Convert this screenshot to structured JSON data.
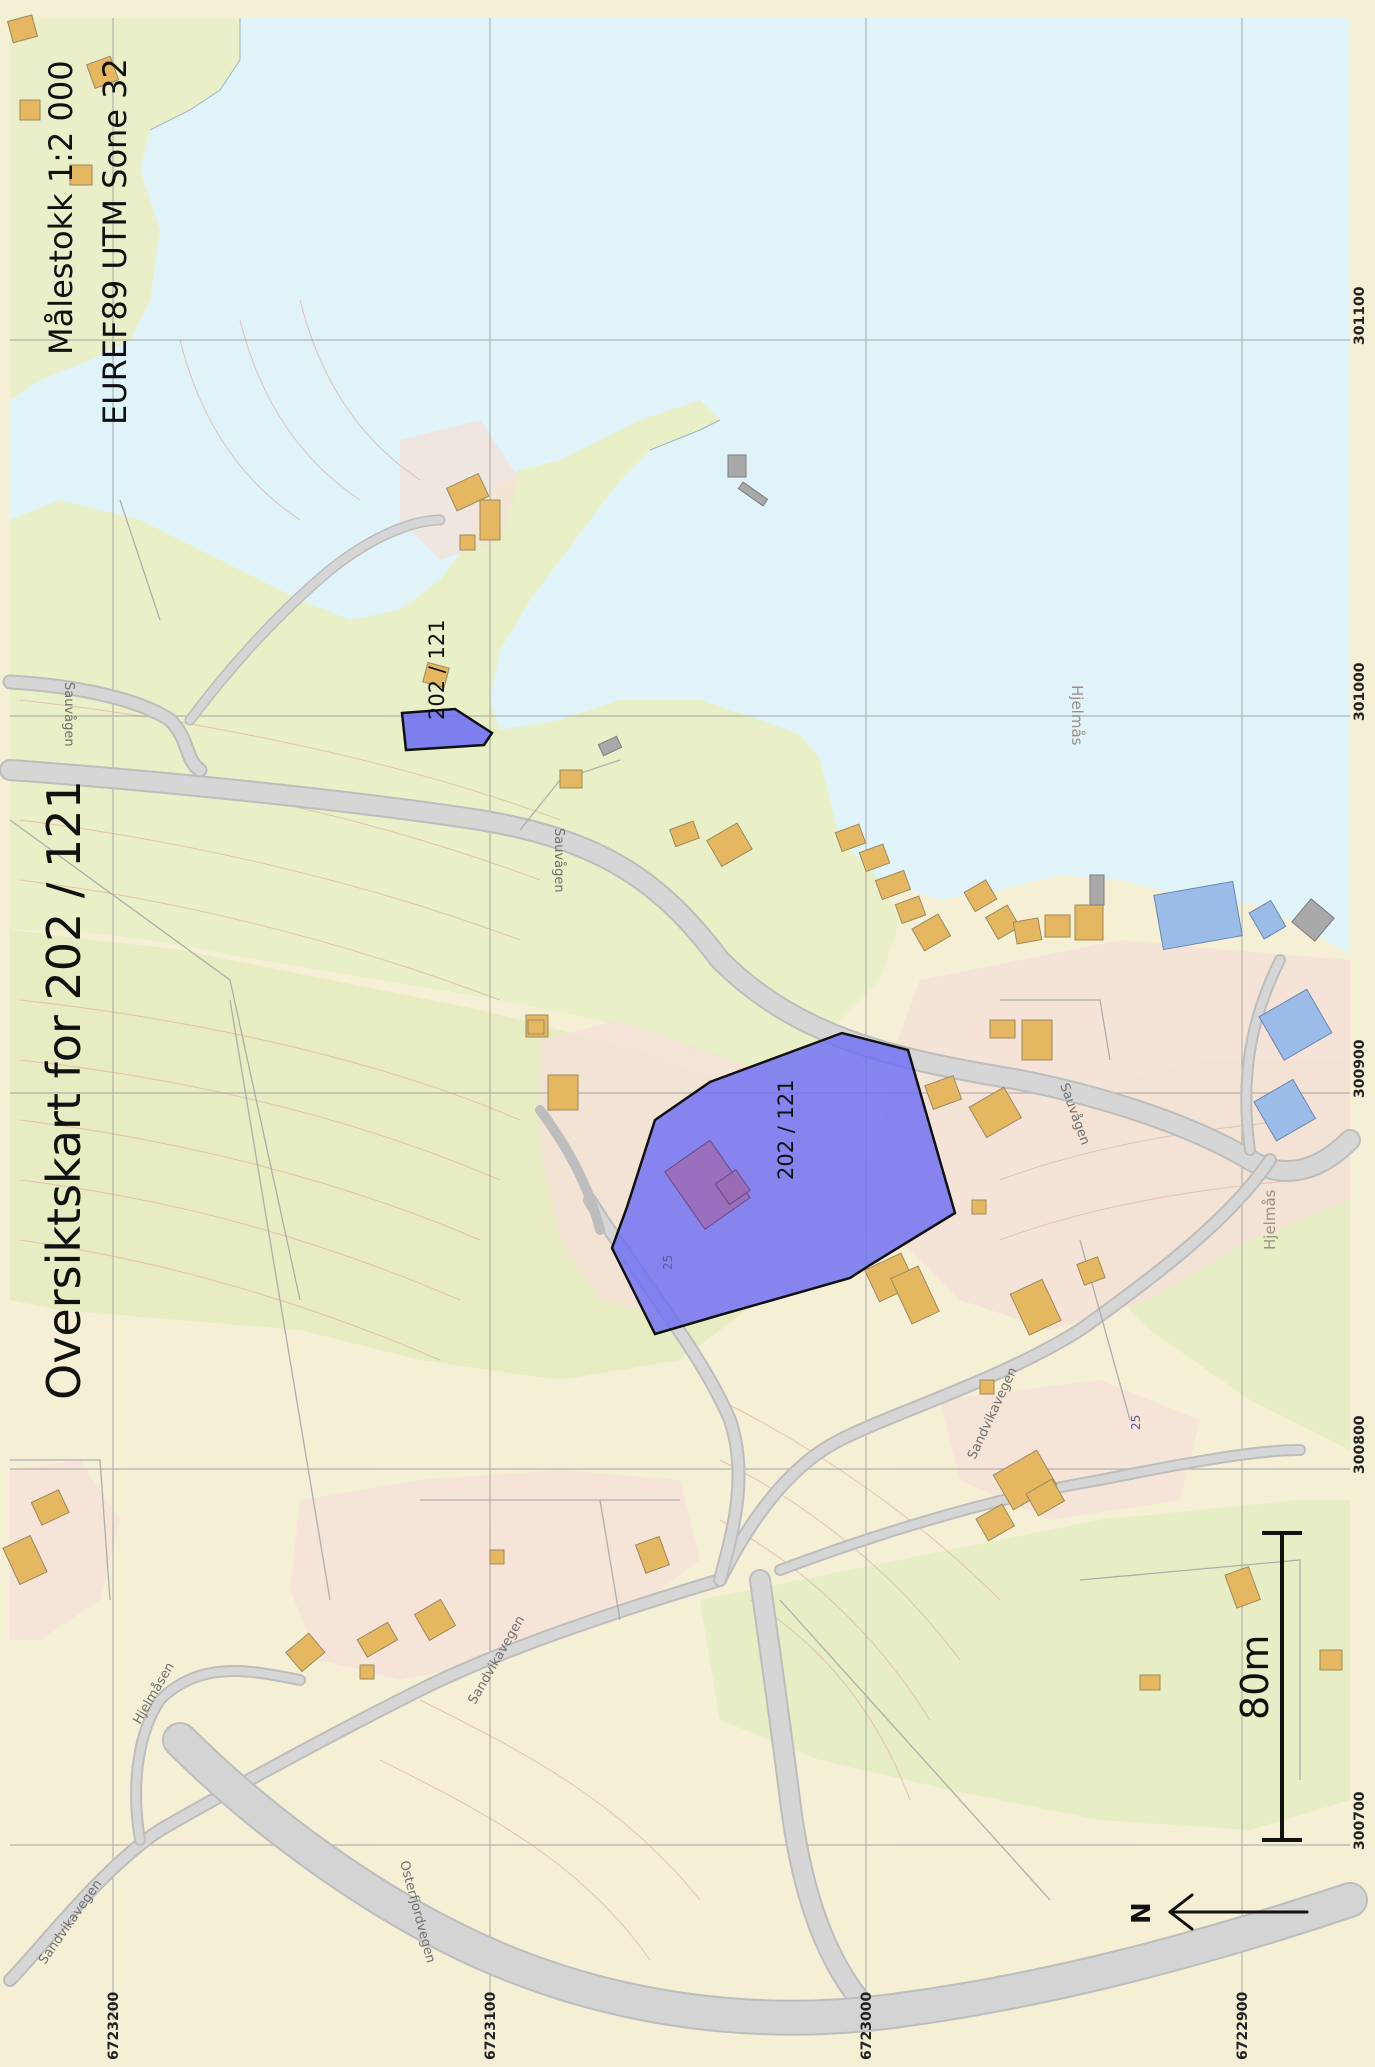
{
  "title": "Oversiktskart for 202  /  121",
  "scale_text": "Målestokk 1:2 000",
  "projection": "EUREF89 UTM Sone 32",
  "scalebar_label": "80m",
  "north_label": "N",
  "grid": {
    "easting_labels": [
      "300700",
      "300800",
      "300900",
      "301000",
      "301100"
    ],
    "northing_labels": [
      "6723200",
      "6723100",
      "6723000",
      "6722900"
    ]
  },
  "parcels": [
    {
      "label": "202 / 121",
      "fill": "#6b6bf5"
    },
    {
      "label": "202 / 121",
      "fill": "#6b6bf5"
    }
  ],
  "roads": [
    "Sauvågen",
    "Sauvågen",
    "Sauvågen",
    "Sandvikavegen",
    "Sandvikavegen",
    "Sandvikavegen",
    "Hjelmåsen",
    "Osterfjordvegen"
  ],
  "places": [
    "Hjelmås",
    "Hjelmås"
  ],
  "contour_labels": [
    "25",
    "25"
  ],
  "colors": {
    "water": "#dff3f9",
    "forest": "#e9eec6",
    "field": "#f7efd6",
    "settlement": "#f6e1d8",
    "building": "#e5b760",
    "parcel": "#6b6bf5",
    "road": "#d2d2d2"
  }
}
